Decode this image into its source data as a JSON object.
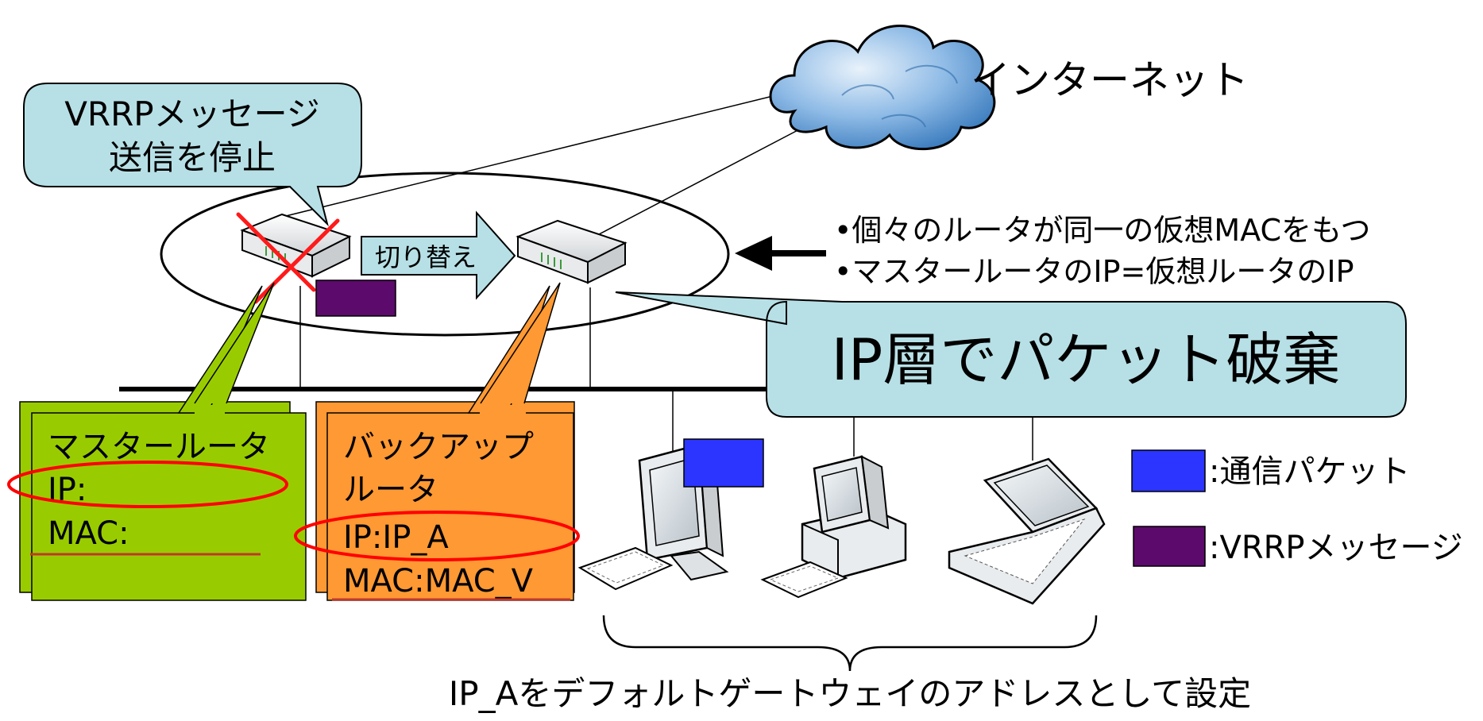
{
  "internet_label": "インターネット",
  "callout_stop": {
    "line1": "VRRPメッセージ",
    "line2": "送信を停止"
  },
  "switch_label": "切り替え",
  "notes": [
    "•個々のルータが同一の仮想MACをもつ",
    "•マスタールータのIP=仮想ルータのIP"
  ],
  "discard_callout": "IP層でパケット破棄",
  "master_card": {
    "title": "マスタールータ",
    "ip": "IP:",
    "mac": "MAC:"
  },
  "backup_card": {
    "title_line1": "バックアップ",
    "title_line2": "ルータ",
    "ip": "IP:IP_A",
    "mac": "MAC:MAC_V"
  },
  "legend": [
    {
      "label": ":通信パケット",
      "color": "#2b35ff"
    },
    {
      "label": ":VRRPメッセージ",
      "color": "#5c0a6b"
    }
  ],
  "brace_caption": "IP_Aをデフォルトゲートウェイのアドレスとして設定",
  "colors": {
    "callout_fill": "#b7e0e6",
    "master_card": "#99cc00",
    "backup_card": "#ff9933",
    "highlight": "#ff0000",
    "underline": "#c0392b",
    "cloud": "#5b9bd5"
  }
}
